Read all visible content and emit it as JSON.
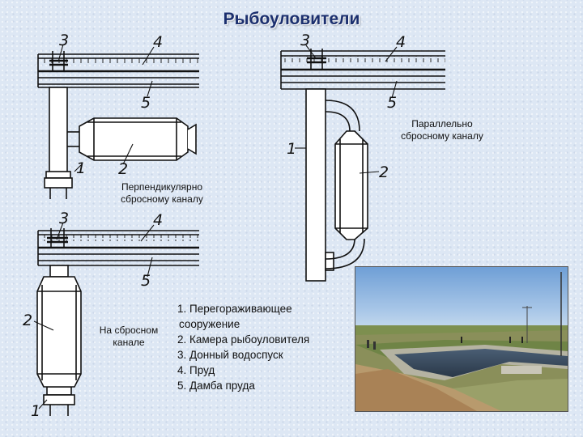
{
  "title": "Рыбоуловители",
  "diagram_numbers": {
    "n1": "1",
    "n2": "2",
    "n3": "3",
    "n4": "4",
    "n5": "5"
  },
  "captions": {
    "perpendicular": [
      "Перпендикулярно",
      "сбросному каналу"
    ],
    "parallel": [
      "Параллельно",
      "сбросному каналу"
    ],
    "on_channel": [
      "На сбросном",
      "канале"
    ]
  },
  "legend": [
    "1.  Перегораживающее",
    "сооружение",
    "2. Камера рыбоуловителя",
    "3. Донный водоспуск",
    "4. Пруд",
    "5. Дамба пруда"
  ],
  "colors": {
    "title": "#1b2f6e",
    "background": "#dde7f4",
    "drawing": "#111111"
  }
}
